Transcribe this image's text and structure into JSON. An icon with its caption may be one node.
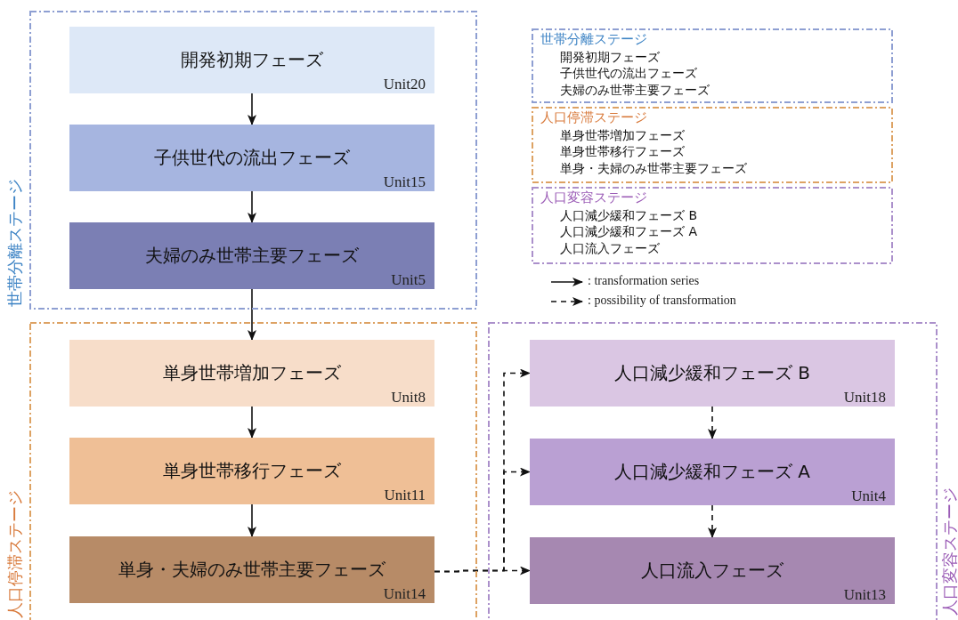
{
  "diagram": {
    "nodes": [
      {
        "text": [
          "世帯分離ステージ"
        ]
      },
      {
        "text": [
          "開発初期フェーズ",
          "Unit20"
        ],
        "in": 0
      },
      {
        "text": [
          "子供世代の流出フェーズ",
          "Unit15"
        ],
        "in": 0
      },
      {
        "text": [
          "夫婦のみ世帯主要フェーズ",
          "Unit5"
        ],
        "in": 0
      },
      {
        "text": [
          "人口停滞ステージ"
        ]
      },
      {
        "text": [
          "単身世帯増加フェーズ",
          "Unit8"
        ],
        "in": 4
      },
      {
        "text": [
          "単身世帯移行フェーズ",
          "Unit11"
        ],
        "in": 4
      },
      {
        "text": [
          "単身・夫婦のみ世帯主要フェーズ",
          "Unit14"
        ],
        "in": 4
      },
      {
        "text": [
          "人口変容ステージ"
        ]
      },
      {
        "text": [
          "人口減少緩和フェーズ B",
          "Unit18"
        ],
        "in": 8
      },
      {
        "text": [
          "人口減少緩和フェーズ A",
          "Unit4"
        ],
        "in": 8
      },
      {
        "text": [
          "人口流入フェーズ",
          "Unit13"
        ],
        "in": 8
      },
      {
        "text": [
          "世帯分離ステージ",
          "開発初期フェーズ",
          "子供世代の流出フェーズ",
          "夫婦のみ世帯主要フェーズ"
        ]
      },
      {
        "text": [
          "人口停滞ステージ",
          "単身世帯増加フェーズ",
          "単身世帯移行フェーズ",
          "単身・夫婦のみ世帯主要フェーズ"
        ]
      },
      {
        "text": [
          "人口変容ステージ",
          "人口減少緩和フェーズ B",
          "人口減少緩和フェーズ A",
          "人口流入フェーズ"
        ]
      }
    ],
    "edges": [
      {
        "from": 1,
        "to": 2,
        "arrow": "to"
      },
      {
        "from": 2,
        "to": 3,
        "arrow": "to"
      },
      {
        "from": 3,
        "to": 5,
        "arrow": "to"
      },
      {
        "from": 5,
        "to": 6,
        "arrow": "to"
      },
      {
        "from": 6,
        "to": 7,
        "arrow": "to"
      },
      {
        "from": 7,
        "to": 9,
        "arrow": "to",
        "style": "dashed"
      },
      {
        "from": 7,
        "to": 10,
        "arrow": "to",
        "style": "dashed"
      },
      {
        "from": 7,
        "to": 11,
        "arrow": "to",
        "style": "dashed"
      },
      {
        "from": 9,
        "to": 10,
        "arrow": "to",
        "style": "dashed"
      },
      {
        "from": 10,
        "to": 11,
        "arrow": "to",
        "style": "dashed"
      }
    ],
    "legend": [
      {
        "text": ": transformation series"
      },
      {
        "text": ": possibility of transformation"
      }
    ]
  }
}
